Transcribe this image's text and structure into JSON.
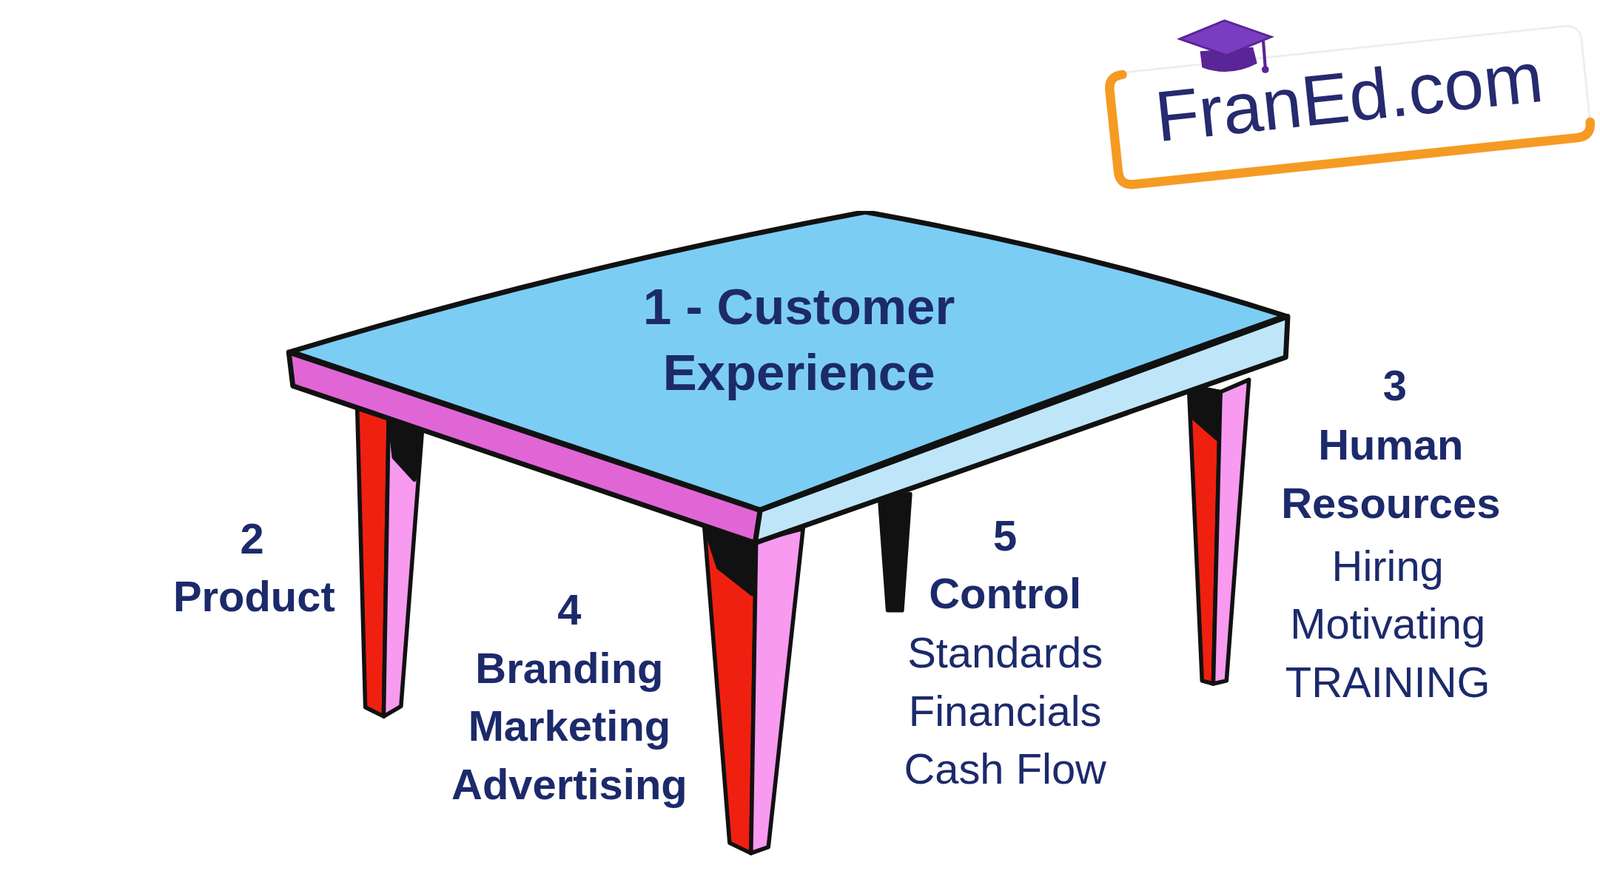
{
  "diagram": {
    "nodes": [
      {
        "text": [
          "1 - Customer Experience"
        ]
      }
    ],
    "labels": [
      "FranEd.com",
      "2",
      "Product",
      "4",
      "Branding Marketing Advertising",
      "5",
      "Control",
      "Standards Financials Cash Flow",
      "3",
      "Human Resources",
      "Hiring Motivating TRAINING"
    ]
  }
}
